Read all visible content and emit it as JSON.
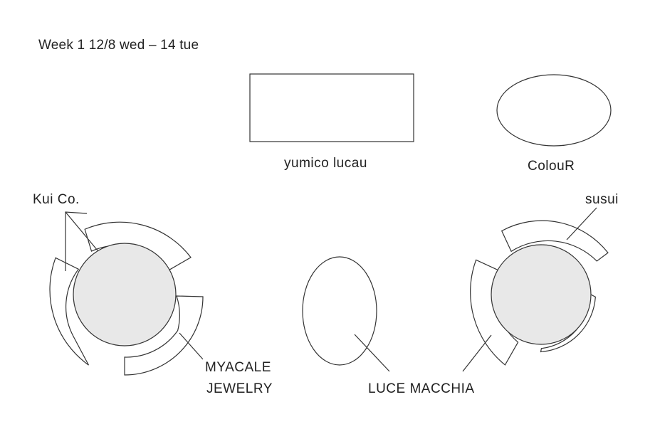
{
  "header": {
    "title": "Week 1  12/8 wed  – 14 tue"
  },
  "labels": {
    "yumico": "yumico lucau",
    "colour": "ColouR",
    "kui": "Kui Co.",
    "susui": "susui",
    "myacale_line1": "MYACALE",
    "myacale_line2": "JEWELRY",
    "luce": "LUCE MACCHIA"
  }
}
